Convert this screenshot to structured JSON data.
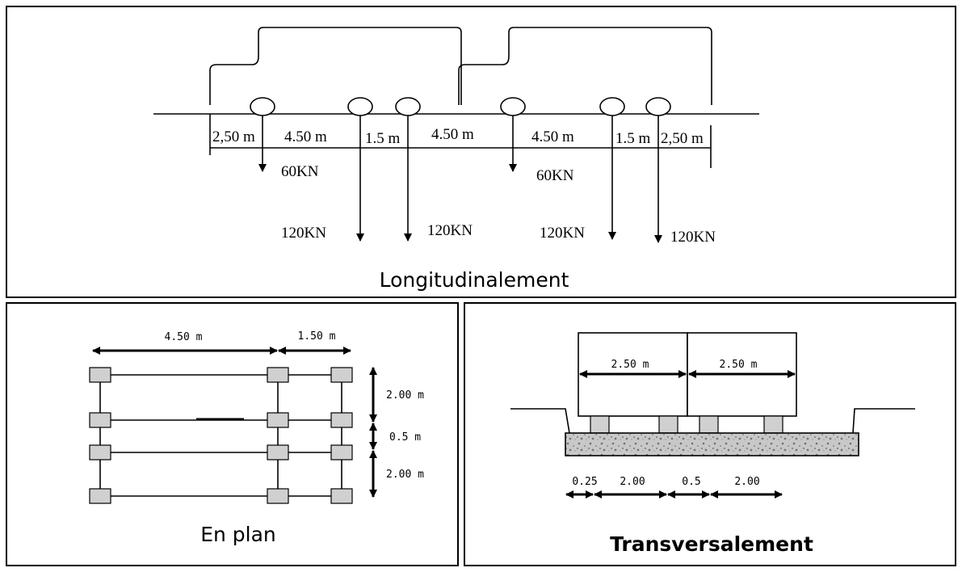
{
  "longitudinal": {
    "title": "Longitudinalement",
    "spacing_labels": [
      "2,50 m",
      "4.50  m",
      "1.5 m",
      "4.50  m",
      "4.50  m",
      "1.5 m",
      "2,50 m"
    ],
    "loads": [
      "60KN",
      "120KN",
      "120KN",
      "60KN",
      "120KN",
      "120KN"
    ]
  },
  "plan": {
    "title": "En plan",
    "dim_labels": [
      "4.50 m",
      "1.50 m",
      "2.00 m",
      "0.5 m",
      "2.00 m"
    ]
  },
  "transverse": {
    "title": "Transversalement",
    "dim_labels": [
      "2.50 m",
      "2.50 m",
      "0.25",
      "2.00",
      "0.5",
      "2.00"
    ]
  }
}
